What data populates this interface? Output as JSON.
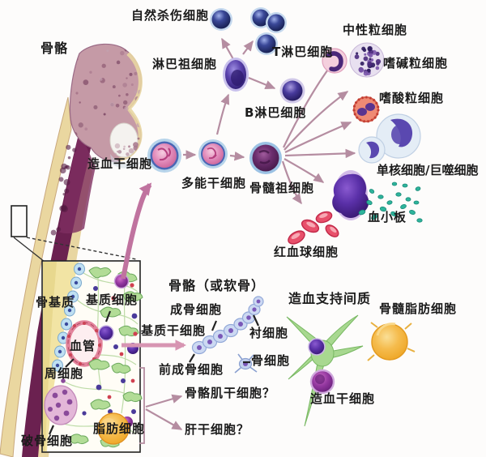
{
  "colors": {
    "background": "#fdfcfb",
    "label_text": "#1b1b1b",
    "flow_arrow": "#b58da1",
    "big_arrow": "#c0739f",
    "stromal_arrow": "#d795b2",
    "platelet_teal": "#2eb49c",
    "rbc_red": "#e8506b",
    "bone_cortex_cream": "#e8d6a2",
    "bone_marrow_maroon": "#6b2150",
    "stroma_green": "#a8d890",
    "adipocyte_orange": "#f2b13a"
  },
  "top_flow": {
    "labels": {
      "bone": "骨骼",
      "nk_cell": "自然杀伤细胞",
      "t_cell": "T淋巴细胞",
      "neutrophil": "中性粒细胞",
      "lymphoid_progenitor": "淋巴祖细胞",
      "basophil": "嗜碱粒细胞",
      "b_cell": "B淋巴细胞",
      "eosinophil": "嗜酸粒细胞",
      "hematopoietic_stem_cell": "造血干细胞",
      "multipotent_stem_cell": "多能干细胞",
      "myeloid_progenitor": "骨髓祖细胞",
      "monocyte_macrophage": "单核细胞/巨噬细胞",
      "platelets": "血小板",
      "red_blood_cells": "红血球细胞"
    }
  },
  "inset": {
    "labels": {
      "bone_matrix": "骨基质",
      "stromal_cells": "基质细胞",
      "blood_vessel": "血管",
      "pericyte": "周细胞",
      "adipocyte": "脂肪细胞",
      "osteoclast": "破骨细胞"
    }
  },
  "bottom_flow": {
    "labels": {
      "bone_or_cartilage": "骨骼（或软骨）",
      "osteoblast": "成骨细胞",
      "stromal_stem_cell": "基质干细胞",
      "lining_cell": "衬细胞",
      "osteocyte": "骨细胞",
      "pre_osteoblast": "前成骨细胞",
      "hematopoiesis_support_stroma": "造血支持间质",
      "marrow_adipocyte": "骨髓脂肪细胞",
      "skeletal_muscle_stem_cell": "骨骼肌干细胞？",
      "hepatic_stem_cell": "肝干细胞？",
      "hematopoietic_stem_cell": "造血干细胞"
    }
  }
}
